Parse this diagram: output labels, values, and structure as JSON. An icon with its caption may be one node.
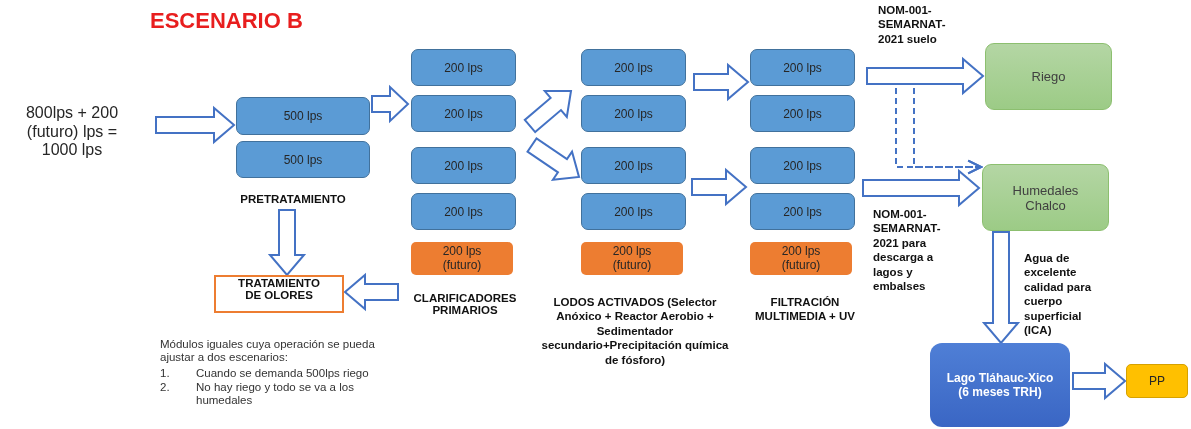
{
  "diagram": {
    "title": "ESCENARIO B",
    "nodes": [
      {
        "text": [
          "800lps + 200 (futuro) lps = 1000 lps"
        ]
      },
      {
        "text": [
          "500 lps"
        ]
      },
      {
        "text": [
          "500 lps"
        ]
      },
      {
        "text": [
          "PRETRATAMIENTO"
        ]
      },
      {
        "text": [
          "TRATAMIENTO DE OLORES"
        ]
      },
      {
        "text": [
          "200 lps"
        ]
      },
      {
        "text": [
          "200 lps"
        ]
      },
      {
        "text": [
          "200 lps"
        ]
      },
      {
        "text": [
          "200 lps"
        ]
      },
      {
        "text": [
          "200 lps (futuro)"
        ]
      },
      {
        "text": [
          "CLARIFICADORES PRIMARIOS"
        ]
      },
      {
        "text": [
          "200 lps"
        ]
      },
      {
        "text": [
          "200 lps"
        ]
      },
      {
        "text": [
          "200 lps"
        ]
      },
      {
        "text": [
          "200 lps"
        ]
      },
      {
        "text": [
          "200 lps (futuro)"
        ]
      },
      {
        "text": [
          "200 lps"
        ]
      },
      {
        "text": [
          "200 lps"
        ]
      },
      {
        "text": [
          "200 lps"
        ]
      },
      {
        "text": [
          "200 lps"
        ]
      },
      {
        "text": [
          "200 lps (futuro)"
        ]
      },
      {
        "text": [
          "Riego"
        ]
      },
      {
        "text": [
          "Humedales Chalco"
        ]
      },
      {
        "text": [
          "Lago Tláhauc-Xico (6 meses TRH)"
        ]
      },
      {
        "text": [
          "PP"
        ]
      }
    ],
    "edges": [
      {
        "from": 0,
        "to": 1,
        "arrow": "to"
      },
      {
        "from": 1,
        "to": 6,
        "arrow": "to"
      },
      {
        "from": 3,
        "to": 4,
        "arrow": "to"
      },
      {
        "from": 10,
        "to": 4,
        "arrow": "to"
      },
      {
        "from": 6,
        "to": 11,
        "arrow": "to"
      },
      {
        "from": 7,
        "to": 13,
        "arrow": "to"
      },
      {
        "from": 11,
        "to": 16,
        "arrow": "to"
      },
      {
        "from": 13,
        "to": 18,
        "arrow": "to"
      },
      {
        "from": 16,
        "to": 21,
        "arrow": "to"
      },
      {
        "from": 18,
        "to": 22,
        "arrow": "to"
      },
      {
        "from": null,
        "to": 22,
        "arrow": "to",
        "style": "dashed"
      },
      {
        "from": null,
        "to": 22,
        "arrow": "to",
        "style": "dashed"
      },
      {
        "from": 22,
        "to": 23,
        "arrow": "to"
      },
      {
        "from": 23,
        "to": 24,
        "arrow": "to"
      }
    ],
    "labels": [
      "LODOS ACTIVADOS (Selector Anóxico + Reactor Aerobio + Sedimentador secundario+Precipitación química de fósforo)",
      "FILTRACIÓN MULTIMEDIA + UV",
      "NOM-001-SEMARNAT-2021 suelo",
      "NOM-001-SEMARNAT-2021 para descarga a lagos y embalses",
      "Agua de excelente calidad para cuerpo superficial (ICA)",
      "Módulos iguales cuya operación se pueda ajustar a dos escenarios:",
      "1.",
      "Cuando se demanda 500lps riego",
      "2.",
      "No hay riego y todo se va a los humedales"
    ]
  }
}
